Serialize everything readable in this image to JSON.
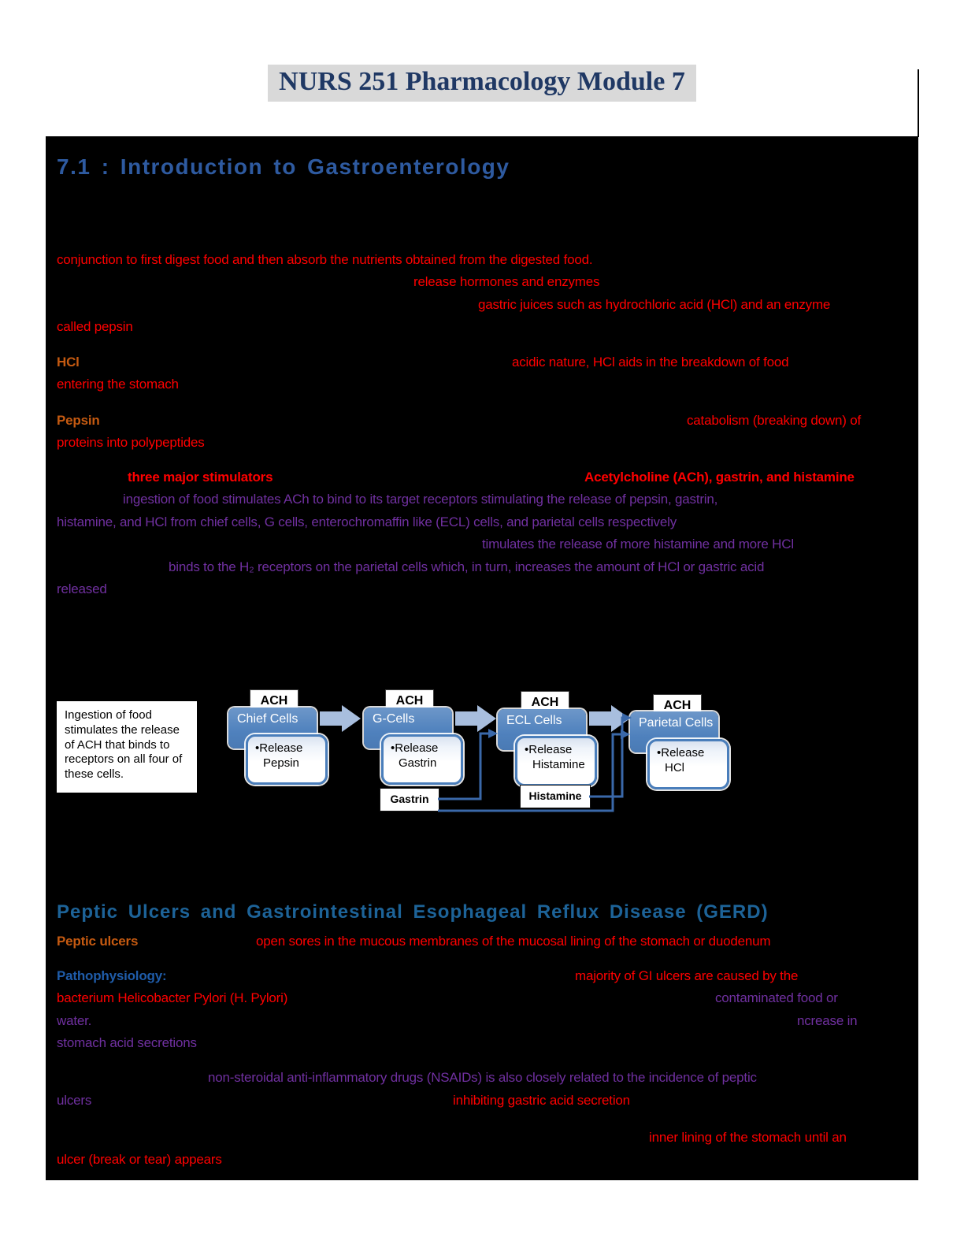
{
  "header": {
    "title": "NURS 251 Pharmacology Module 7"
  },
  "section1": {
    "heading": "7.1 : Introduction to Gastroenterology",
    "p1l1": "conjunction to first digest food and then absorb the nutrients obtained from the digested food.",
    "p1l2": "release hormones and enzymes",
    "p1l3": "gastric juices such as hydrochloric acid (HCl) and an enzyme",
    "p1l4": "called pepsin",
    "hcl_label": "HCl",
    "p2l1": "acidic nature, HCl aids in the breakdown of food",
    "p2l2": "entering the stomach",
    "pepsin_label": "Pepsin",
    "p3l1": "catabolism (breaking down) of",
    "p3l2": "proteins into polypeptides",
    "p4_red1": "three major stimulators",
    "p4_red2": "Acetylcholine (ACh), gastrin, and histamine",
    "p4l1": "ingestion of food stimulates ACh to bind to its target receptors  stimulating the release of pepsin, gastrin,",
    "p4l2": "histamine, and HCl from chief cells, G cells, enterochromaffin like (ECL) cells, and parietal cells respectively",
    "p4l3": "timulates the release of more histamine and more HCl",
    "p4l4": "binds to the H₂ receptors on the parietal cells which, in turn, increases the amount of HCl or gastric acid",
    "p4l5": "released"
  },
  "diagram": {
    "note": "Ingestion of food stimulates the release of ACH that binds to receptors on all four of these cells.",
    "ach_label": "ACH",
    "cells": [
      {
        "name": "Chief Cells",
        "release_l1": "•Release",
        "release_l2": "Pepsin"
      },
      {
        "name": "G-Cells",
        "release_l1": "•Release",
        "release_l2": "Gastrin"
      },
      {
        "name": "ECL Cells",
        "release_l1": "•Release",
        "release_l2": "Histamine"
      },
      {
        "name": "Parietal Cells",
        "release_l1": "•Release",
        "release_l2": "HCl"
      }
    ],
    "tags": {
      "gastrin": "Gastrin",
      "histamine": "Histamine"
    }
  },
  "section2": {
    "heading": "Peptic Ulcers and Gastrointestinal Esophageal Reflux Disease (GERD)",
    "peptic_label": "Peptic ulcers",
    "l1": "open sores in the mucous membranes of the mucosal lining of the stomach or duodenum",
    "patho_label": "Pathophysiology:",
    "l2": "majority of GI ulcers are caused by the",
    "l3": "bacterium Helicobacter Pylori (H. Pylori)",
    "l4": "contaminated food or",
    "l5": "water.",
    "l6": "ncrease in",
    "l7": "stomach acid secretions",
    "l8": "non-steroidal anti-inflammatory drugs (NSAIDs) is also closely related to the incidence of peptic",
    "l9": "ulcers",
    "l10": "inhibiting gastric acid secretion",
    "l11": "inner lining of the stomach until an",
    "l12": "ulcer (break or tear) appears"
  },
  "colors": {
    "body_red": "#ff0000",
    "body_purple": "#7030a0",
    "keyword_orange": "#c55a11",
    "label_blue": "#1f5ca9",
    "heading1_blue": "#2e5aa0",
    "heading2_blue": "#1d6398",
    "title_navy": "#1f3864",
    "title_highlight": "#d9d9d9",
    "cell_blue": "#4f81bd",
    "block_arrow_blue": "#a8bede",
    "connector_blue": "#3a68a9",
    "panel_background": "#000000"
  }
}
